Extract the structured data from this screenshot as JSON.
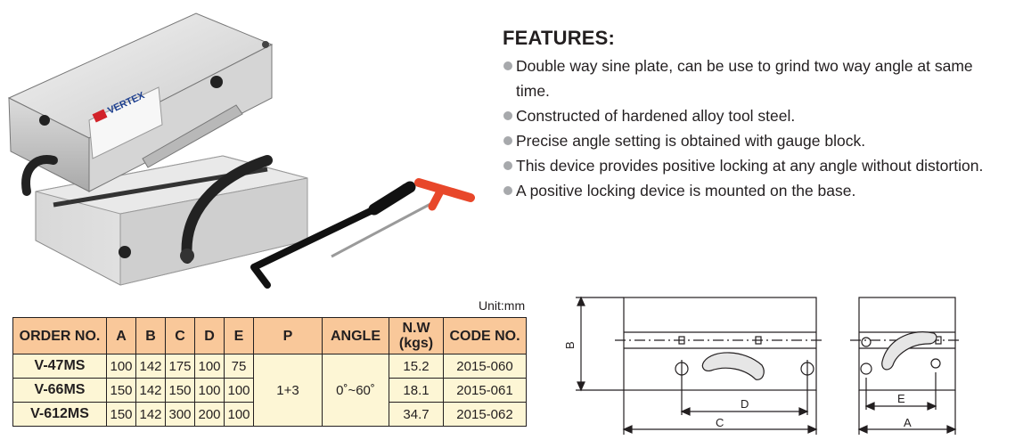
{
  "features": {
    "heading": "FEATURES:",
    "items": [
      "Double way sine plate, can be use to grind two way angle at same time.",
      "Constructed of hardened alloy tool steel.",
      "Precise angle setting is obtained with gauge block.",
      "This device provides positive locking at any angle without distortion.",
      "A positive locking device is mounted on the base."
    ]
  },
  "photo": {
    "brand_text": "VERTEX"
  },
  "spec_table": {
    "unit": "Unit:mm",
    "headers": {
      "order_no": "ORDER NO.",
      "a": "A",
      "b": "B",
      "c": "C",
      "d": "D",
      "e": "E",
      "p": "P",
      "angle": "ANGLE",
      "nw": "N.W (kgs)",
      "code": "CODE NO."
    },
    "rows": [
      {
        "order_no": "V-47MS",
        "a": "100",
        "b": "142",
        "c": "175",
        "d": "100",
        "e": "75",
        "nw": "15.2",
        "code": "2015-060"
      },
      {
        "order_no": "V-66MS",
        "a": "150",
        "b": "142",
        "c": "150",
        "d": "100",
        "e": "100",
        "nw": "18.1",
        "code": "2015-061"
      },
      {
        "order_no": "V-612MS",
        "a": "150",
        "b": "142",
        "c": "300",
        "d": "200",
        "e": "100",
        "nw": "34.7",
        "code": "2015-062"
      }
    ],
    "shared": {
      "p": "1+3",
      "angle": "0˚~60˚"
    }
  },
  "drawing": {
    "label_a": "A",
    "label_b": "B",
    "label_c": "C",
    "label_d": "D",
    "label_e": "E"
  }
}
